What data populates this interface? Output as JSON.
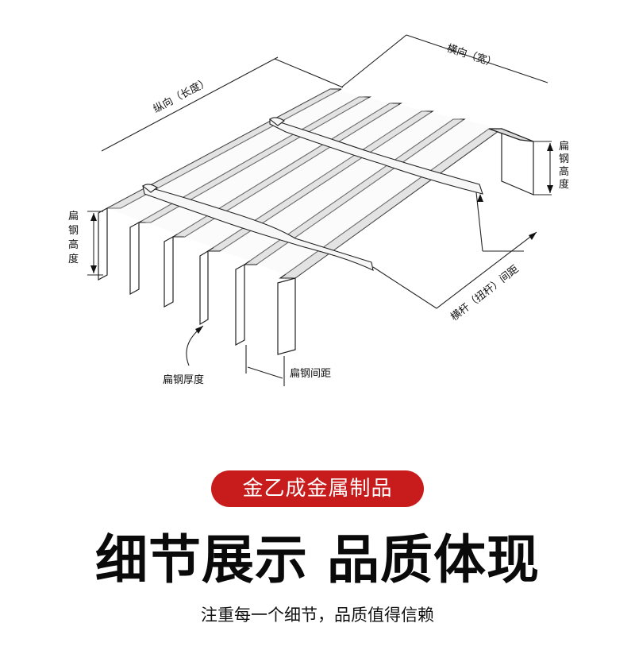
{
  "diagram": {
    "labels": {
      "longitudinal": "纵向（长度）",
      "transverse": "横向（宽）",
      "bar_height": "扁钢高度",
      "bar_thickness": "扁钢厚度",
      "bar_spacing": "扁钢间距",
      "crossbar_spacing": "横杆（扭杆）间距"
    }
  },
  "banner": {
    "badge": "金乙成金属制品",
    "headline": "细节展示 品质体现",
    "tagline": "注重每一个细节，品质值得信赖"
  },
  "colors": {
    "badge": "#c81b1b",
    "ink": "#111111",
    "plate_face": "#ffffff"
  }
}
